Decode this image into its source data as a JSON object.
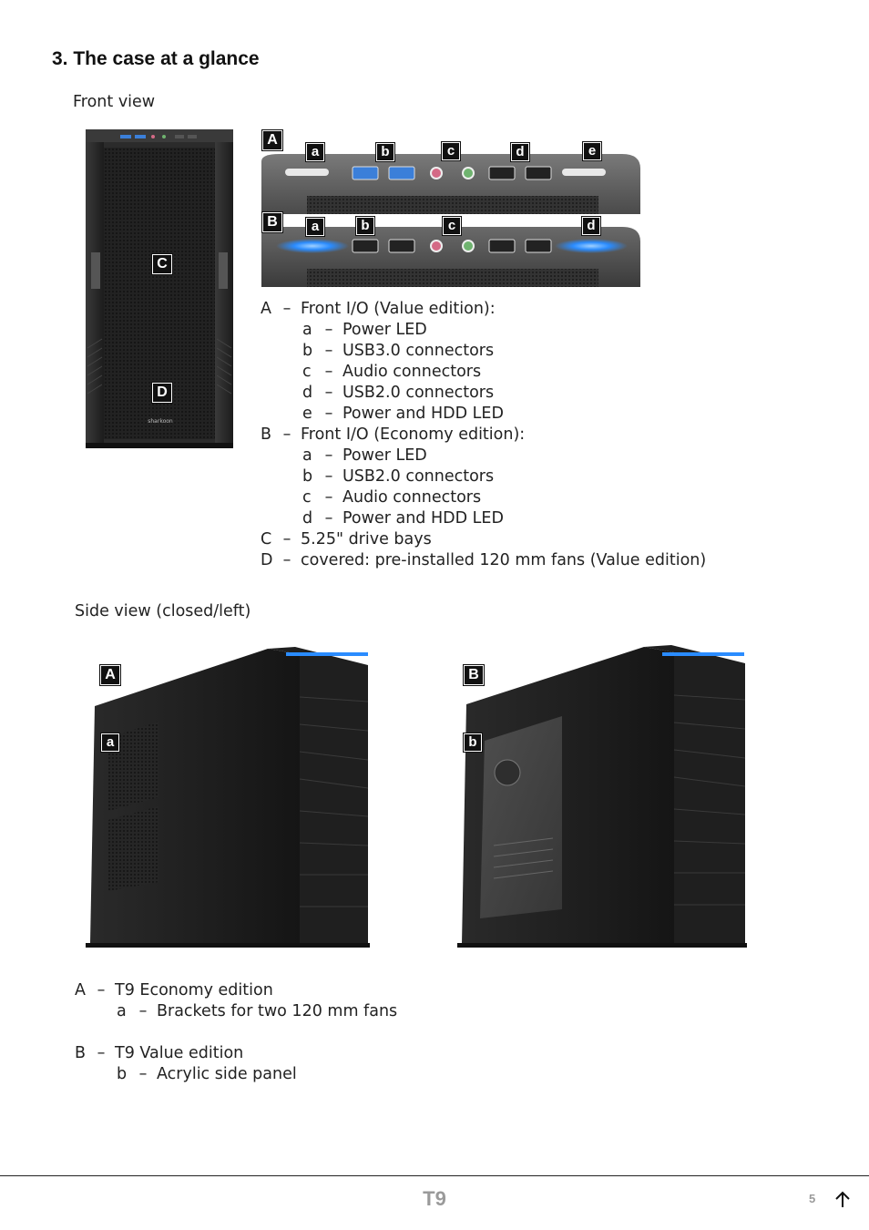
{
  "section": {
    "title": "3. The case at a glance"
  },
  "front_view": {
    "heading": "Front view",
    "case_tags": [
      "C",
      "D"
    ],
    "io_panel_a": {
      "tag": "A",
      "ports": [
        "a",
        "b",
        "c",
        "d",
        "e"
      ]
    },
    "io_panel_b": {
      "tag": "B",
      "ports": [
        "a",
        "b",
        "c",
        "d"
      ]
    },
    "legend": [
      {
        "label": "A",
        "text": "Front I/O (Value edition):",
        "items": [
          {
            "label": "a",
            "text": "Power LED"
          },
          {
            "label": "b",
            "text": "USB3.0 connectors"
          },
          {
            "label": "c",
            "text": "Audio connectors"
          },
          {
            "label": "d",
            "text": "USB2.0 connectors"
          },
          {
            "label": "e",
            "text": "Power and HDD LED"
          }
        ]
      },
      {
        "label": "B",
        "text": "Front I/O (Economy edition):",
        "items": [
          {
            "label": "a",
            "text": "Power LED"
          },
          {
            "label": "b",
            "text": "USB2.0 connectors"
          },
          {
            "label": "c",
            "text": "Audio connectors"
          },
          {
            "label": "d",
            "text": "Power and HDD LED"
          }
        ]
      },
      {
        "label": "C",
        "text": "5.25\" drive bays",
        "items": []
      },
      {
        "label": "D",
        "text": "covered: pre-installed 120 mm fans (Value edition)",
        "items": []
      }
    ]
  },
  "side_view": {
    "heading": "Side view (closed/left)",
    "photo_a": {
      "tag": "A",
      "sub_tag": "a"
    },
    "photo_b": {
      "tag": "B",
      "sub_tag": "b"
    },
    "legend": [
      {
        "label": "A",
        "text": "T9 Economy edition",
        "items": [
          {
            "label": "a",
            "text": "Brackets for two 120 mm fans"
          }
        ]
      },
      {
        "label": "B",
        "text": "T9 Value edition",
        "items": [
          {
            "label": "b",
            "text": "Acrylic side panel"
          }
        ]
      }
    ]
  },
  "footer": {
    "title": "T9",
    "page": "5",
    "nav_icon": "arrow-up-icon"
  },
  "colors": {
    "led_blue": "#2a8cff",
    "usb3_blue": "#3b7fd9",
    "case_black": "#1b1b1b",
    "tag_bg": "#111111"
  }
}
